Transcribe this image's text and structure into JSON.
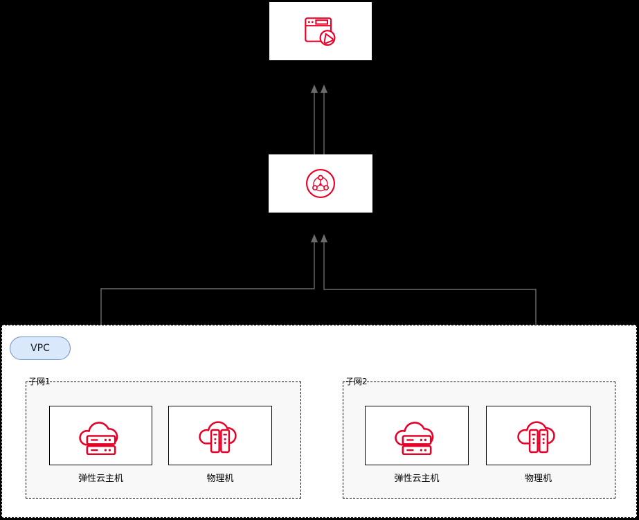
{
  "colors": {
    "background": "#000000",
    "icon_red": "#e60027",
    "connector_gray": "#6b6b6b",
    "vpc_pill_fill": "#dae8fc",
    "vpc_pill_border": "#6c8ebf",
    "subnet_fill": "#f8f8f8"
  },
  "nodes": {
    "web_app": {
      "icon": "web-application-icon"
    },
    "load_balancer": {
      "icon": "load-balancer-icon"
    }
  },
  "vpc": {
    "label": "VPC",
    "subnets": [
      {
        "label": "子网1",
        "devices": [
          {
            "label": "弹性云主机",
            "icon": "elastic-cloud-server-icon"
          },
          {
            "label": "物理机",
            "icon": "physical-machine-icon"
          }
        ]
      },
      {
        "label": "子网2",
        "devices": [
          {
            "label": "弹性云主机",
            "icon": "elastic-cloud-server-icon"
          },
          {
            "label": "物理机",
            "icon": "physical-machine-icon"
          }
        ]
      }
    ]
  }
}
